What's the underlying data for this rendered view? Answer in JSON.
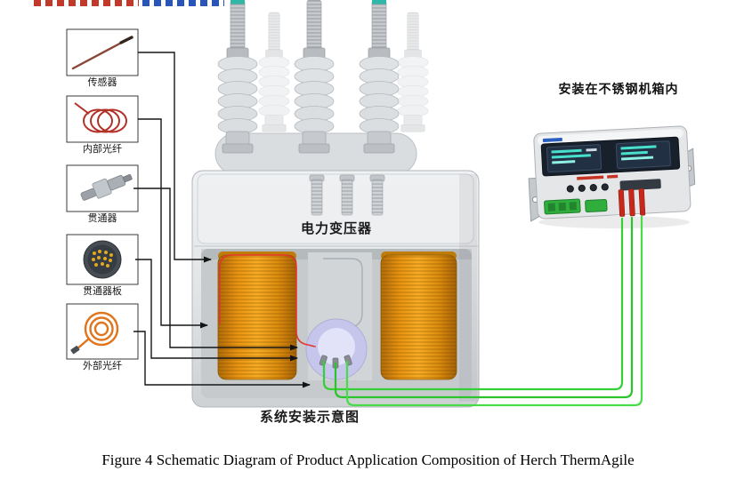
{
  "figure": {
    "caption": "Figure 4 Schematic Diagram of Product Application Composition of Herch ThermAgile"
  },
  "left_panel": {
    "items": [
      {
        "label": "传感器",
        "icon": "temperature-sensor-probe-icon"
      },
      {
        "label": "内部光纤",
        "icon": "internal-fiber-coil-icon"
      },
      {
        "label": "贯通器",
        "icon": "feedthrough-connector-icon"
      },
      {
        "label": "贯通器板",
        "icon": "feedthrough-plate-icon"
      },
      {
        "label": "外部光纤",
        "icon": "external-fiber-coil-icon"
      }
    ]
  },
  "labels": {
    "transformer": "电力变压器",
    "enclosure": "安装在不锈钢机箱内",
    "system": "系统安装示意图"
  },
  "colors": {
    "winding_orange": "#e8940f",
    "fiber_green": "#35d035",
    "highlight_red": "#e2372a",
    "feedthrough_lavender": "#c4c4ee",
    "bushing_cap_teal": "#2fb8a8",
    "device_screen_teal": "#48e0cc"
  }
}
